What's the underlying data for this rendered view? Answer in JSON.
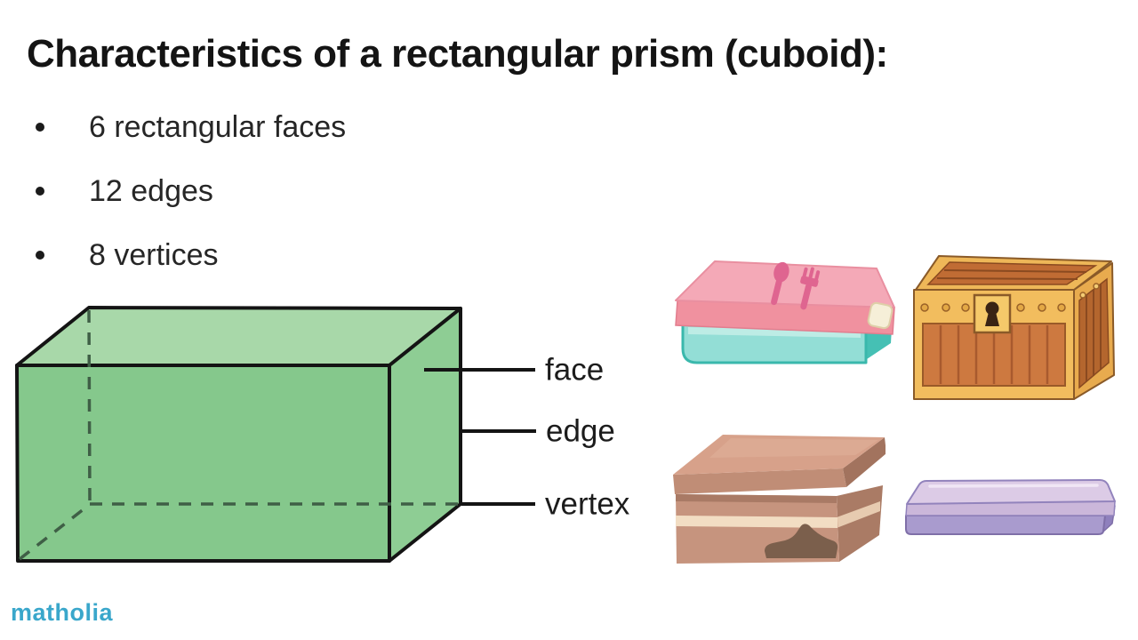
{
  "title": "Characteristics of a rectangular prism (cuboid):",
  "bullets": [
    {
      "label": "6 rectangular faces"
    },
    {
      "label": "12 edges"
    },
    {
      "label": "8 vertices"
    }
  ],
  "diagram": {
    "label_face": "face",
    "label_edge": "edge",
    "label_vertex": "vertex",
    "colors": {
      "front_face": "#85c88c",
      "top_face": "#a8d8a9",
      "side_face": "#8ecd94",
      "outline": "#141414",
      "hidden_edge": "#3f5f46"
    }
  },
  "illustrations": [
    {
      "name": "lunchbox"
    },
    {
      "name": "treasure-chest"
    },
    {
      "name": "shoebox"
    },
    {
      "name": "pencil-case"
    }
  ],
  "logo": {
    "text": "matholia",
    "color": "#3aa7cb"
  }
}
